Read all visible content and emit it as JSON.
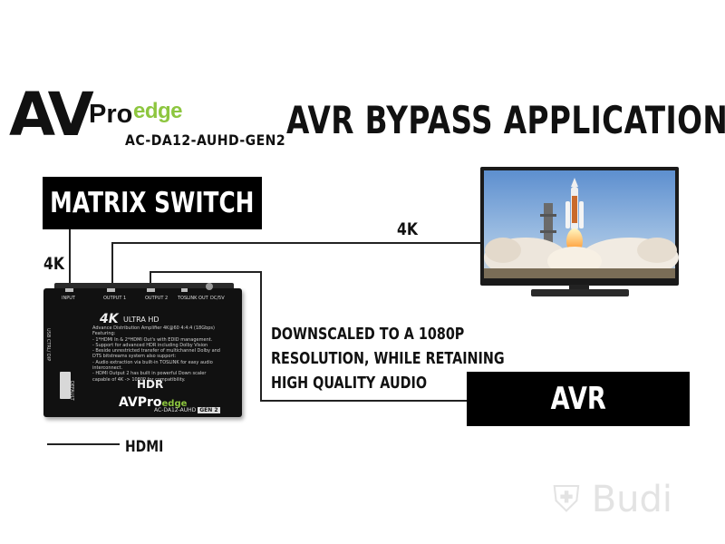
{
  "logo": {
    "brand_av": "AV",
    "brand_pro": "Pro",
    "brand_edge": "edge",
    "model": "AC-DA12-AUHD-GEN2",
    "accent_color": "#8dc63f"
  },
  "title": "AVR BYPASS APPLICATION",
  "nodes": {
    "matrix_switch": "MATRIX SWITCH",
    "avr": "AVR"
  },
  "labels": {
    "input_4k": "4K",
    "output_4k": "4K",
    "legend_hdmi": "HDMI"
  },
  "description": [
    "DOWNSCALED TO A 1080P",
    "RESOLUTION, WHILE RETAINING",
    "HIGH QUALITY AUDIO"
  ],
  "device": {
    "ports": [
      "INPUT",
      "OUTPUT 1",
      "OUTPUT 2",
      "TOSLINK OUT",
      "DC/5V"
    ],
    "badge_4k": "4K",
    "badge_uhd": "ULTRA HD",
    "features": [
      "Advance Distribution Amplifier 4K@60 4:4:4 (18Gbps)",
      "Featuring:",
      "- 1*HDMI In & 2*HDMI Out's with EDID management.",
      "- Support for advanced HDR including Dolby Vision",
      "- Beside unrestricted transfer of multichannel Dolby and",
      "  DTS bitstreams system also support:",
      "- Audio extraction via built-in TOSLINK for easy audio",
      "  interconnect.",
      "- HDMI Output 2 has built in powerful  Down scaler",
      "  capable of  4K -> 1080P for compatibility."
    ],
    "hdr": "HDR",
    "brand": "AVPro",
    "brand_edge": "edge",
    "model": "AC-DA12-AUHD",
    "gen": "GEN 2",
    "side_label": "USB CTRL/ DIP",
    "dip_label": "DEFAULT"
  },
  "watermark": "Budi"
}
